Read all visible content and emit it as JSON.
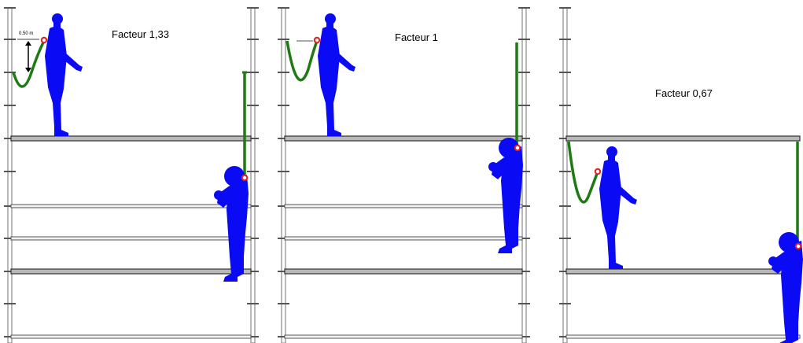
{
  "panels": [
    {
      "label": "Facteur 1,33",
      "dimension_label": "0.50 m"
    },
    {
      "label": "Facteur 1"
    },
    {
      "label": "Facteur 0,67"
    }
  ],
  "colors": {
    "person": "#0a0af5",
    "lanyard": "#1e7a12",
    "anchor": "#e31e1e",
    "scaffold": "#8a8a8a",
    "deck": "#b8b8b8"
  }
}
